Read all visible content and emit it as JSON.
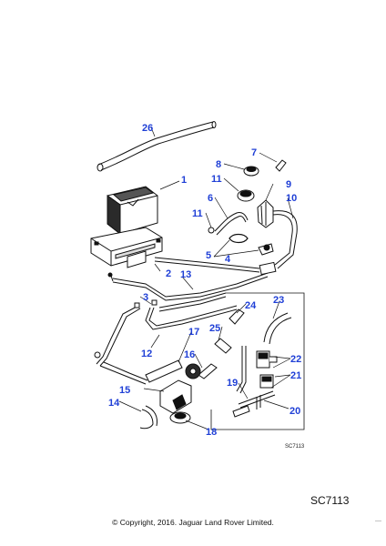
{
  "callouts": {
    "c1": "1",
    "c2": "2",
    "c3": "3",
    "c4": "4",
    "c5": "5",
    "c6": "6",
    "c7": "7",
    "c8": "8",
    "c9": "9",
    "c10": "10",
    "c11a": "11",
    "c11b": "11",
    "c12": "12",
    "c13": "13",
    "c14": "14",
    "c15": "15",
    "c16": "16",
    "c17": "17",
    "c18": "18",
    "c19": "19",
    "c20": "20",
    "c21": "21",
    "c22": "22",
    "c23": "23",
    "c24": "24",
    "c25": "25",
    "c26": "26"
  },
  "diagram_ref": "SC7113",
  "page_ref": "SC7113",
  "copyright": "© Copyright, 2016. Jaguar Land Rover Limited.",
  "corner_mark": "—"
}
